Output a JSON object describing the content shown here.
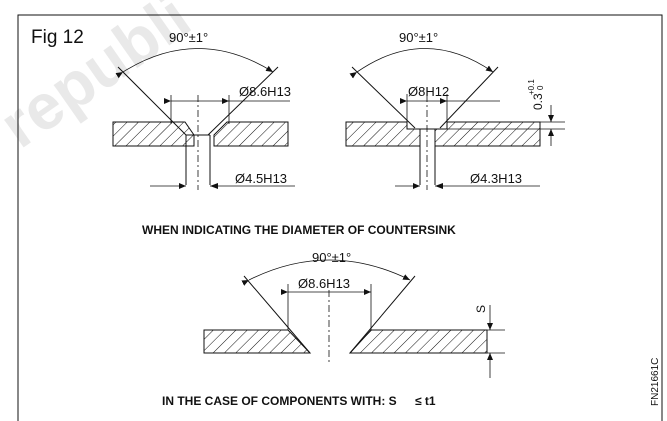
{
  "figure": {
    "fig_label": "Fig 12",
    "top_left": {
      "angle": "90°±1°",
      "countersink_dia": "Ø8.6H13",
      "hole_dia": "Ø4.5H13"
    },
    "top_right": {
      "angle": "90°±1°",
      "countersink_dia": "Ø8H12",
      "hole_dia": "Ø4.3H13",
      "depth_base": "0.3",
      "depth_tol_upper": "+0.1",
      "depth_tol_lower": "0"
    },
    "caption_1": "WHEN INDICATING THE DIAMETER OF COUNTERSINK",
    "bottom": {
      "angle": "90°±1°",
      "countersink_dia": "Ø8.6H13",
      "thickness_label": "S"
    },
    "caption_2": "IN THE CASE OF COMPONENTS WITH: S",
    "caption_2_condition": "≤ t1",
    "figure_code": "FN21661C"
  },
  "watermark": "republi"
}
